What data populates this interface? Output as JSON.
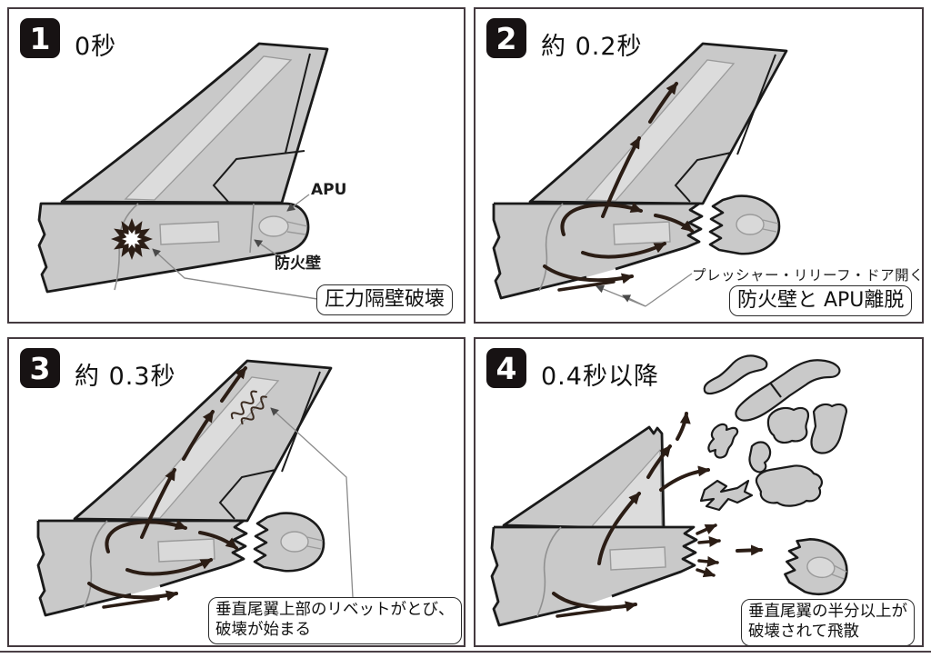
{
  "colors": {
    "body_gray": "#c9c9c9",
    "light_gray": "#dcdcdc",
    "outline": "#1a1a1a",
    "arrow": "#2b1d15",
    "leader": "#8a8a8a",
    "badge_bg": "#171213",
    "panel_border": "#443a3f"
  },
  "panels": [
    {
      "number": "1",
      "title": "0秒",
      "apu_label": "APU",
      "firewall_label": "防火壁",
      "callout": "圧力隔壁破壊"
    },
    {
      "number": "2",
      "title": "約 0.2秒",
      "relief_door_label": "プレッシャー・リリーフ・ドア開く",
      "callout": "防火壁と APU離脱"
    },
    {
      "number": "3",
      "title": "約 0.3秒",
      "callout_line1": "垂直尾翼上部のリベットがとび、",
      "callout_line2": "破壊が始まる"
    },
    {
      "number": "4",
      "title": "0.4秒以降",
      "callout_line1": "垂直尾翼の半分以上が",
      "callout_line2": "破壊されて飛散"
    }
  ]
}
